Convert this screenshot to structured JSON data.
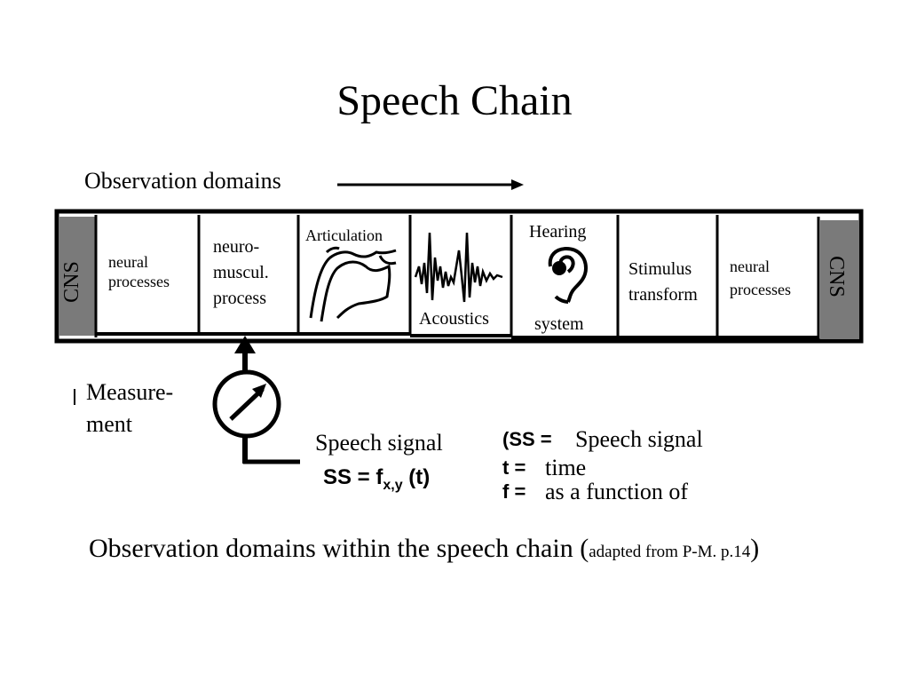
{
  "title": "Speech Chain",
  "observation_domains_label": "Observation domains",
  "cns_left": "CNS",
  "cns_right": "CNS",
  "boxes": {
    "neural_left": [
      "neural",
      "processes"
    ],
    "neuromuscular": [
      "neuro-",
      "muscul.",
      "process"
    ],
    "articulation": "Articulation",
    "acoustics": "Acoustics",
    "hearing": "Hearing",
    "hearing_system": "system",
    "stimulus": [
      "Stimulus",
      "transform"
    ],
    "neural_right": [
      "neural",
      "processes"
    ]
  },
  "measurement": [
    "Measure-",
    "ment"
  ],
  "speech_signal_label": "Speech signal",
  "formula": "SS = f",
  "formula_sub": "x,y",
  "formula_arg": "(t)",
  "legend": [
    {
      "symbol": "(SS =",
      "meaning": "Speech signal"
    },
    {
      "symbol": "t =",
      "meaning": "time"
    },
    {
      "symbol": "f =",
      "meaning": "as a function of"
    }
  ],
  "caption": {
    "main": "Observation domains within the speech chain (",
    "small": "adapted from P-M. p.14",
    "end": ")"
  },
  "colors": {
    "cns_fill": "#7a7a7a",
    "border": "#000000"
  }
}
